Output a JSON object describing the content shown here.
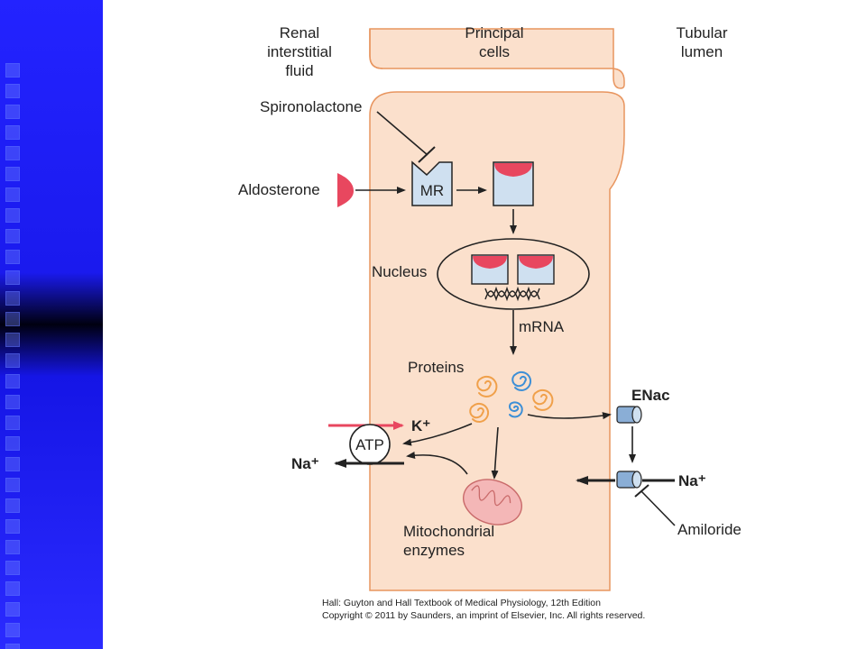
{
  "colors": {
    "cell_fill": "#fbe0cc",
    "cell_stroke": "#e8955f",
    "receptor_fill": "#cfe0f0",
    "aldosterone": "#e8475f",
    "protein_orange": "#f0a04a",
    "protein_blue": "#3d8fd6",
    "channel_blue": "#8aaed6",
    "mito_fill": "#f4b7b7",
    "side_band": "#2424ff"
  },
  "header": {
    "left_line1": "Renal",
    "left_line2": "interstitial",
    "left_line3": "fluid",
    "mid_line1": "Principal",
    "mid_line2": "cells",
    "right_line1": "Tubular",
    "right_line2": "lumen"
  },
  "labels": {
    "spironolactone": "Spironolactone",
    "aldosterone": "Aldosterone",
    "mr": "MR",
    "nucleus": "Nucleus",
    "mrna": "mRNA",
    "proteins": "Proteins",
    "enac": "ENac",
    "k_plus": "K⁺",
    "atp": "ATP",
    "na_plus_left": "Na⁺",
    "na_plus_right": "Na⁺",
    "amiloride": "Amiloride",
    "mito_line1": "Mitochondrial",
    "mito_line2": "enzymes"
  },
  "credit": {
    "line1": "Hall: Guyton and Hall Textbook of Medical Physiology, 12th Edition",
    "line2": "Copyright © 2011 by Saunders, an imprint of Elsevier, Inc. All rights reserved."
  }
}
